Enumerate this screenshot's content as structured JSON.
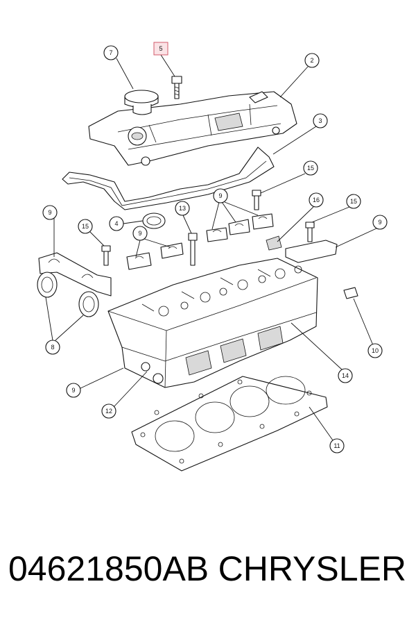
{
  "callouts": [
    {
      "label": "5",
      "highlighted": true
    },
    {
      "label": "7"
    },
    {
      "label": "2"
    },
    {
      "label": "3"
    },
    {
      "label": "15"
    },
    {
      "label": "9"
    },
    {
      "label": "16"
    },
    {
      "label": "15"
    },
    {
      "label": "9"
    },
    {
      "label": "9"
    },
    {
      "label": "15"
    },
    {
      "label": "4"
    },
    {
      "label": "13"
    },
    {
      "label": "9"
    },
    {
      "label": "8"
    },
    {
      "label": "10"
    },
    {
      "label": "14"
    },
    {
      "label": "9"
    },
    {
      "label": "12"
    },
    {
      "label": "11"
    }
  ],
  "caption": {
    "part_number": "04621850AB",
    "brand": "CHRYSLER"
  },
  "colors": {
    "highlight_fill": "#fbe3e6",
    "highlight_stroke": "#d05a6a",
    "line": "#111111"
  }
}
